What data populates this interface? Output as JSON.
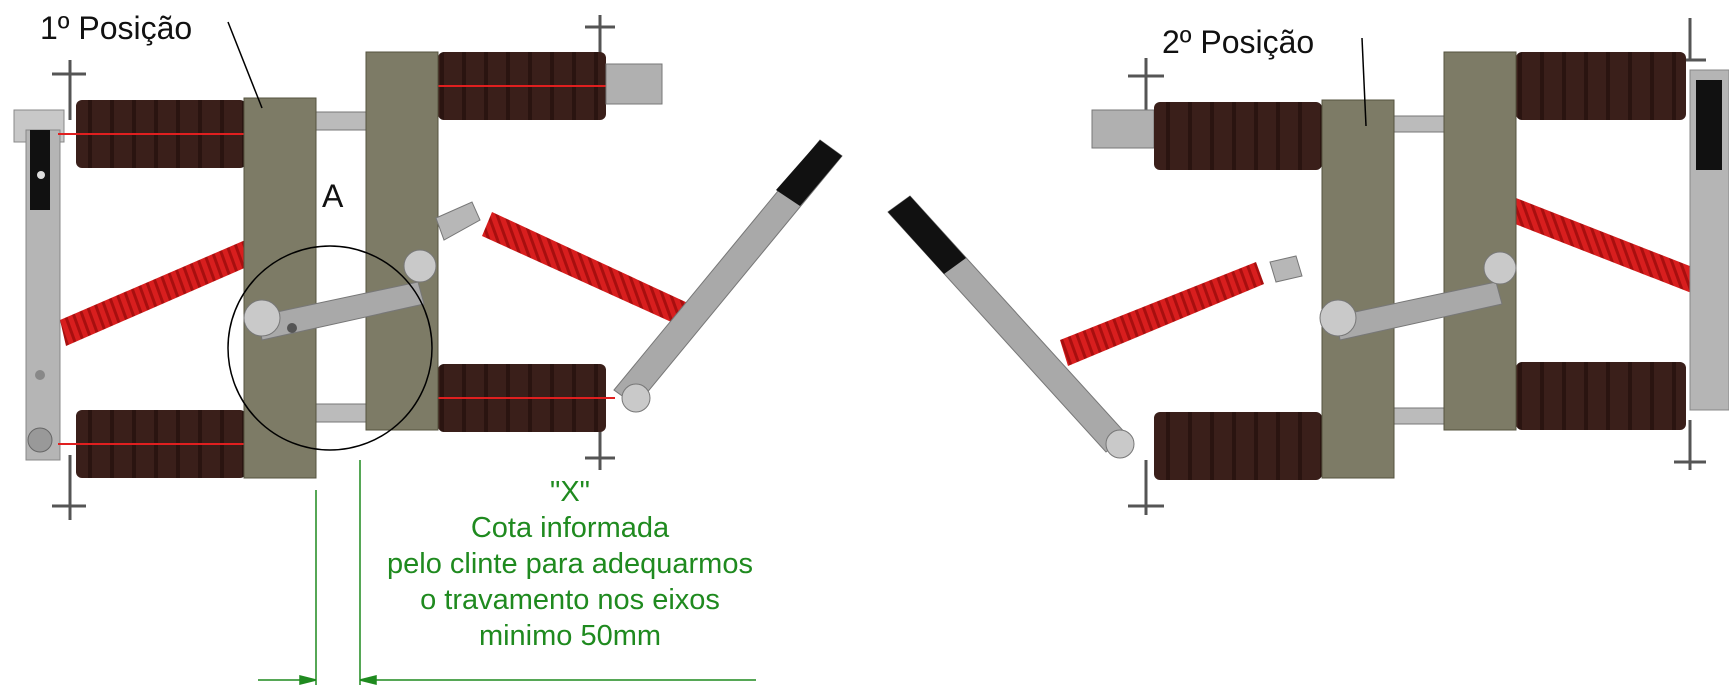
{
  "labels": {
    "position1": "1º Posição",
    "position2": "2º Posição",
    "detail": "A"
  },
  "annotation": {
    "line1": "\"X\"",
    "line2": "Cota informada",
    "line3": "pelo clinte para adequarmos",
    "line4": "o travamento nos eixos",
    "line5": "minimo 50mm"
  },
  "colors": {
    "insulator": "#3a1f1a",
    "frame": "#7d7b66",
    "arm": "#a9a9a9",
    "rod": "#d81e1e",
    "dimension": "#1f8a1f",
    "accent_line": "#e01f1f"
  }
}
